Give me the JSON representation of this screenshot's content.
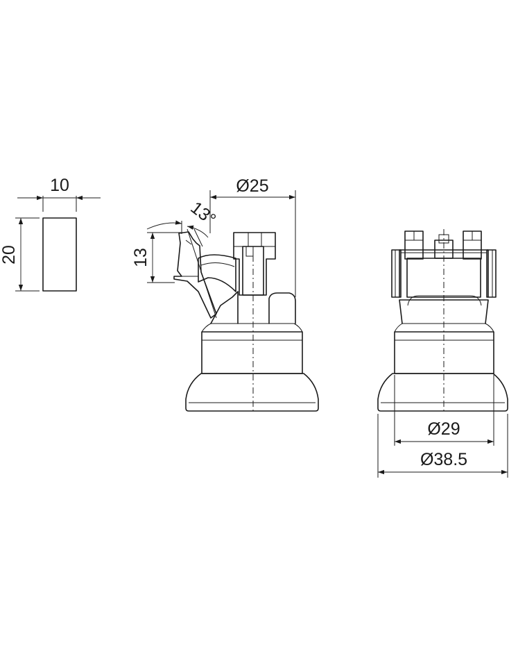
{
  "dimensions": {
    "width_10": "10",
    "height_20": "20",
    "dia_25": "Ø25",
    "height_13": "13",
    "angle_13": "13°",
    "dia_29": "Ø29",
    "dia_38_5": "Ø38.5"
  },
  "colors": {
    "line": "#1a1a1a",
    "background": "#ffffff"
  }
}
